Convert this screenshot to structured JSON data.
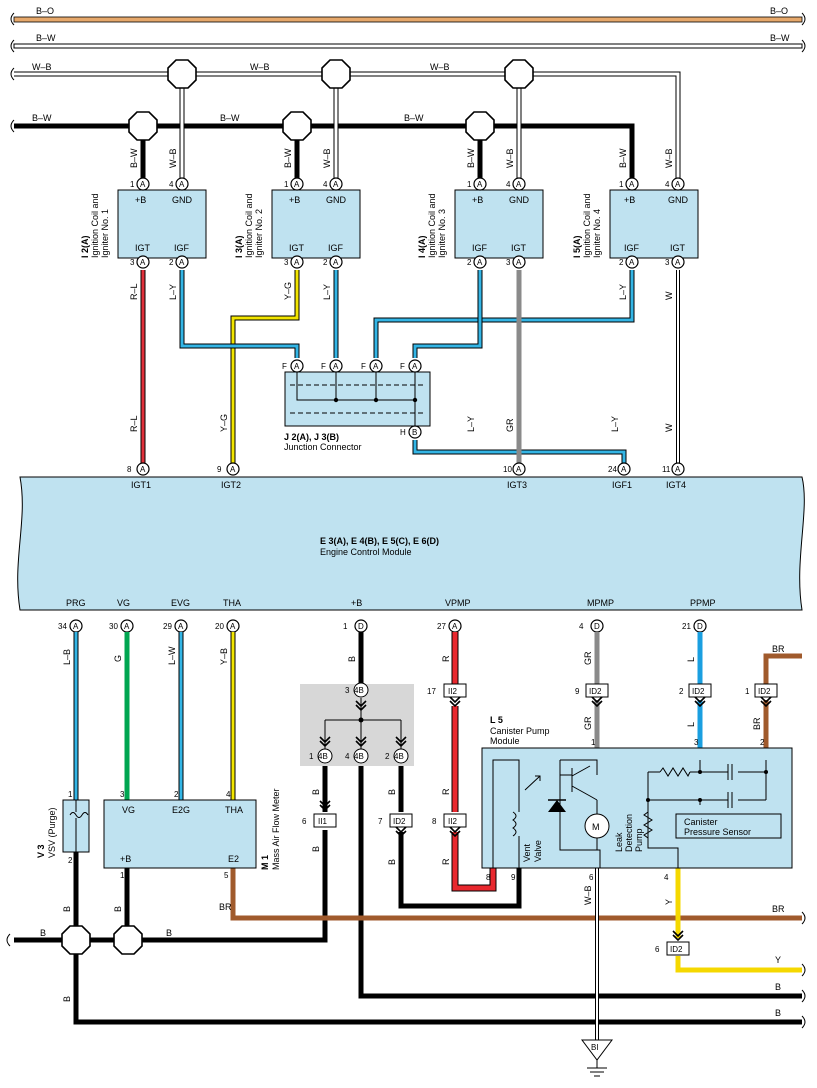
{
  "top_wires": {
    "bo": "B–O",
    "bw": "B–W",
    "wb": "W–B",
    "bw2": "B–W"
  },
  "igniters": [
    {
      "code": "I 2(A)",
      "name1": "Ignition Coil and",
      "name2": "Igniter No. 1",
      "t1": "+B",
      "t2": "GND",
      "b1": "IGT",
      "b2": "IGF",
      "p1": "1",
      "p2": "4",
      "p3": "3",
      "p4": "2",
      "w1": "B–W",
      "w2": "W–B",
      "w3": "R–L",
      "w4": "L–Y"
    },
    {
      "code": "I 3(A)",
      "name1": "Ignition Coil and",
      "name2": "Igniter No. 2",
      "t1": "+B",
      "t2": "GND",
      "b1": "IGT",
      "b2": "IGF",
      "p1": "1",
      "p2": "4",
      "p3": "3",
      "p4": "2",
      "w1": "B–W",
      "w2": "W–B",
      "w3": "Y–G",
      "w4": "L–Y"
    },
    {
      "code": "I 4(A)",
      "name1": "Ignition Coil and",
      "name2": "Igniter No. 3",
      "t1": "+B",
      "t2": "GND",
      "b1": "IGF",
      "b2": "IGT",
      "p1": "1",
      "p2": "4",
      "p3": "2",
      "p4": "3",
      "w1": "B–W",
      "w2": "W–B",
      "w3": "L–Y",
      "w4": "GR"
    },
    {
      "code": "I 5(A)",
      "name1": "Ignition Coil and",
      "name2": "Igniter No. 4",
      "t1": "+B",
      "t2": "GND",
      "b1": "IGF",
      "b2": "IGT",
      "p1": "1",
      "p2": "4",
      "p3": "2",
      "p4": "3",
      "w1": "B–W",
      "w2": "W–B",
      "w3": "L–Y",
      "w4": "W"
    }
  ],
  "junction": {
    "code": "J 2(A), J 3(B)",
    "name": "Junction Connector",
    "f": "F",
    "h": "H",
    "a": "A",
    "b": "B"
  },
  "mid_wires": {
    "rl": "R–L",
    "yg": "Y–G",
    "ly1": "L–Y",
    "gr": "GR",
    "ly2": "L–Y",
    "w": "W"
  },
  "ecm": {
    "code": "E 3(A), E 4(B), E 5(C), E 6(D)",
    "name": "Engine Control Module",
    "top_pins": [
      {
        "pin": "8",
        "conn": "A",
        "name": "IGT1"
      },
      {
        "pin": "9",
        "conn": "A",
        "name": "IGT2"
      },
      {
        "pin": "10",
        "conn": "A",
        "name": "IGT3"
      },
      {
        "pin": "24",
        "conn": "A",
        "name": "IGF1"
      },
      {
        "pin": "11",
        "conn": "A",
        "name": "IGT4"
      }
    ],
    "bottom_pins": [
      {
        "pin": "34",
        "conn": "A",
        "name": "PRG"
      },
      {
        "pin": "30",
        "conn": "A",
        "name": "VG"
      },
      {
        "pin": "29",
        "conn": "A",
        "name": "EVG"
      },
      {
        "pin": "20",
        "conn": "A",
        "name": "THA"
      },
      {
        "pin": "1",
        "conn": "D",
        "name": "+B"
      },
      {
        "pin": "27",
        "conn": "A",
        "name": "VPMP"
      },
      {
        "pin": "4",
        "conn": "D",
        "name": "MPMP"
      },
      {
        "pin": "21",
        "conn": "D",
        "name": "PPMP"
      }
    ]
  },
  "lower_wires": {
    "lb": "L–B",
    "g": "G",
    "lw": "L–W",
    "yb": "Y–B",
    "b": "B",
    "r": "R",
    "gr": "GR",
    "l": "L",
    "br": "BR",
    "y": "Y",
    "wb": "W–B"
  },
  "vsv": {
    "code": "V 3",
    "name": "VSV (Purge)",
    "p1": "1",
    "p2": "2"
  },
  "maf": {
    "code": "M 1",
    "name": "Mass Air Flow Meter",
    "vg": "VG",
    "e2g": "E2G",
    "tha": "THA",
    "pb": "+B",
    "e2": "E2",
    "p3": "3",
    "p2": "2",
    "p4": "4",
    "p1": "1",
    "p5": "5"
  },
  "splice": {
    "c": "4B",
    "p3": "3",
    "p1": "1",
    "p4": "4",
    "p2": "2"
  },
  "connectors": {
    "ii1": "II1",
    "ii2": "II2",
    "id2": "ID2",
    "p6": "6",
    "p7": "7",
    "p8": "8",
    "p17": "17",
    "p9": "9",
    "p2": "2",
    "p1": "1"
  },
  "pump": {
    "code": "L 5",
    "name1": "Canister Pump",
    "name2": "Module",
    "vent1": "Vent",
    "vent2": "Valve",
    "leak1": "Leak",
    "leak2": "Detection",
    "leak3": "Pump",
    "sensor1": "Canister",
    "sensor2": "Pressure Sensor",
    "m": "M",
    "p1": "1",
    "p3": "3",
    "p2": "2",
    "p8": "8",
    "p9": "9",
    "p6": "6",
    "p4": "4"
  },
  "ground": {
    "label": "BI"
  }
}
